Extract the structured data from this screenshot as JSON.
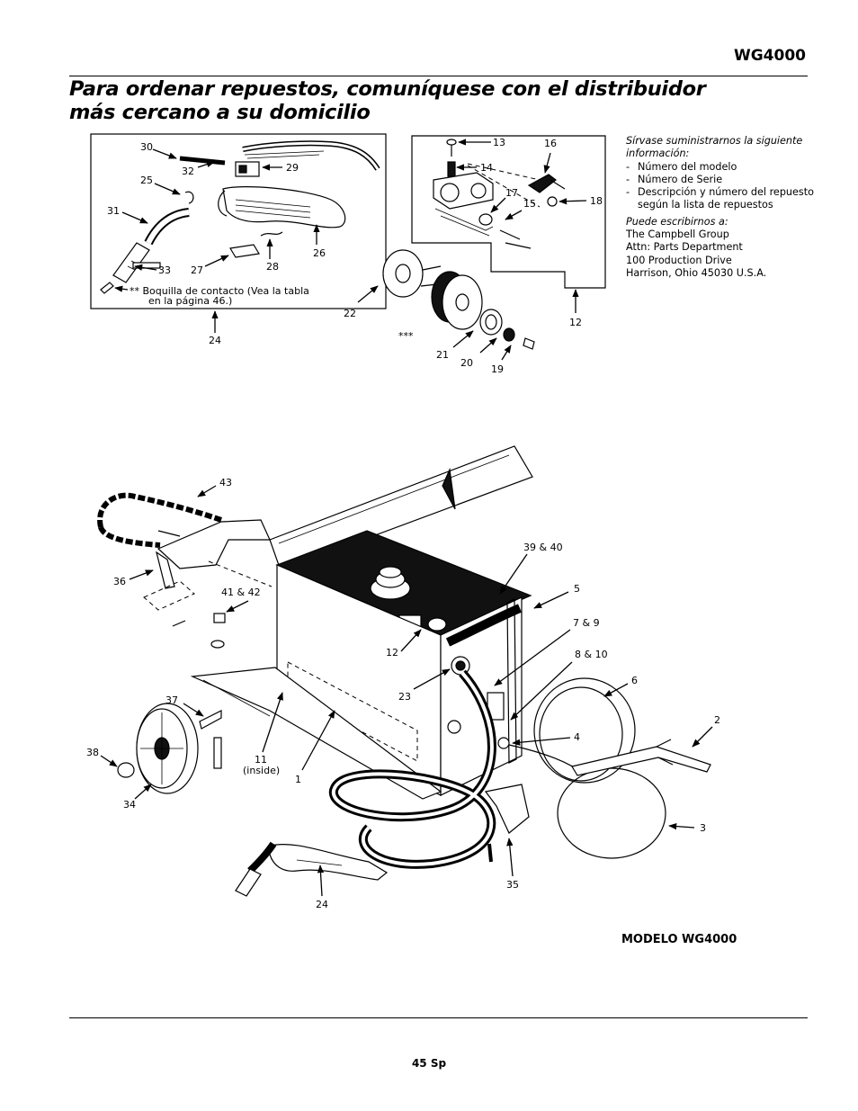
{
  "header": {
    "model_code": "WG4000",
    "title_line1": "Para ordenar repuestos, comuníquese con el distribuidor",
    "title_line2": "más cercano a su domicilio"
  },
  "info": {
    "intro": "Sírvase suministrarnos la siguiente información:",
    "items": [
      "Número del modelo",
      "Número de Serie",
      "Descripción y número del repuesto según la lista de repuestos"
    ],
    "write_to": "Puede escribirnos a:",
    "address": [
      "The Campbell Group",
      "Attn: Parts Department",
      "100 Production Drive",
      "Harrison, Ohio   45030 U.S.A."
    ]
  },
  "figure": {
    "callouts_top_left": [
      "30",
      "32",
      "29",
      "25",
      "31",
      "26",
      "33",
      "27",
      "28",
      "24"
    ],
    "note_line1": "** Boquilla de contacto (Vea la tabla",
    "note_line2": "en la página 46.)",
    "callouts_top_right": [
      "13",
      "16",
      "14",
      "17",
      "15",
      "18",
      "12"
    ],
    "callouts_reel": [
      "22",
      "***",
      "21",
      "20",
      "19"
    ],
    "callouts_main": [
      "43",
      "36",
      "41 & 42",
      "37",
      "38",
      "34",
      "11",
      "(inside)",
      "1",
      "12",
      "23",
      "39 & 40",
      "5",
      "7 & 9",
      "8 & 10",
      "6",
      "2",
      "4",
      "3",
      "35",
      "24"
    ],
    "caption": "MODELO WG4000"
  },
  "footer": {
    "page_number": "45 Sp"
  }
}
